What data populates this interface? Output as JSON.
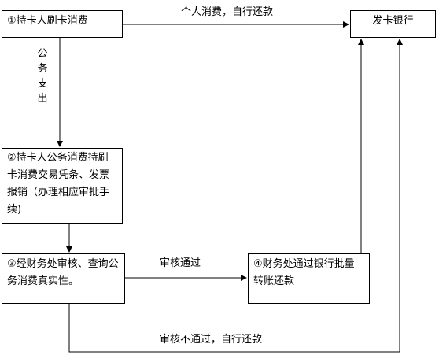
{
  "nodes": {
    "n1": "①持卡人刷卡消费",
    "bank": "发卡银行",
    "n2": "②持卡人公务消费持刷卡消费交易凭条、发票报销（办理相应审批手续)",
    "n3": "③经财务处审核、查询公务消费真实性。",
    "n4": "④财务处通过银行批量转账还款"
  },
  "edges": {
    "personal": "个人消费，自行还款",
    "official": [
      "公",
      "务",
      "支",
      "出"
    ],
    "approved": "审核通过",
    "rejected": "审核不通过，自行还款"
  }
}
